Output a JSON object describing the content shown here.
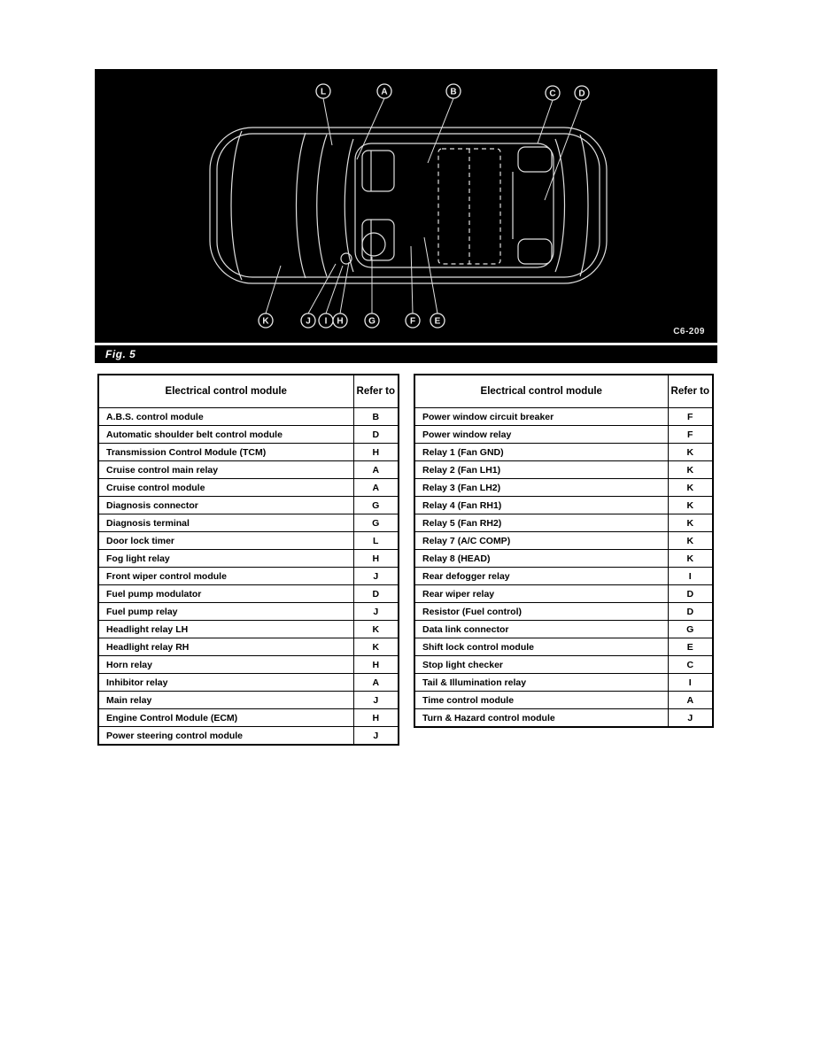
{
  "figure": {
    "fig_label": "Fig. 5",
    "figure_code": "C6-209",
    "callouts_top": [
      "L",
      "A",
      "B",
      "C",
      "D"
    ],
    "callouts_bottom": [
      "K",
      "J",
      "I",
      "H",
      "G",
      "F",
      "E"
    ]
  },
  "tables": {
    "left": {
      "col_module": "Electrical control module",
      "col_refer": "Refer to",
      "rows": [
        [
          "A.B.S. control module",
          "B"
        ],
        [
          "Automatic shoulder belt control module",
          "D"
        ],
        [
          "Transmission Control Module (TCM)",
          "H"
        ],
        [
          "Cruise control main relay",
          "A"
        ],
        [
          "Cruise control module",
          "A"
        ],
        [
          "Diagnosis connector",
          "G"
        ],
        [
          "Diagnosis terminal",
          "G"
        ],
        [
          "Door lock timer",
          "L"
        ],
        [
          "Fog light relay",
          "H"
        ],
        [
          "Front wiper control module",
          "J"
        ],
        [
          "Fuel pump modulator",
          "D"
        ],
        [
          "Fuel pump relay",
          "J"
        ],
        [
          "Headlight relay LH",
          "K"
        ],
        [
          "Headlight relay RH",
          "K"
        ],
        [
          "Horn relay",
          "H"
        ],
        [
          "Inhibitor relay",
          "A"
        ],
        [
          "Main relay",
          "J"
        ],
        [
          "Engine Control Module (ECM)",
          "H"
        ],
        [
          "Power steering control module",
          "J"
        ]
      ]
    },
    "right": {
      "col_module": "Electrical control module",
      "col_refer": "Refer to",
      "rows": [
        [
          "Power window circuit breaker",
          "F"
        ],
        [
          "Power window relay",
          "F"
        ],
        [
          "Relay 1 (Fan GND)",
          "K"
        ],
        [
          "Relay 2 (Fan LH1)",
          "K"
        ],
        [
          "Relay 3 (Fan LH2)",
          "K"
        ],
        [
          "Relay 4 (Fan RH1)",
          "K"
        ],
        [
          "Relay 5 (Fan RH2)",
          "K"
        ],
        [
          "Relay 7 (A/C COMP)",
          "K"
        ],
        [
          "Relay 8 (HEAD)",
          "K"
        ],
        [
          "Rear defogger relay",
          "I"
        ],
        [
          "Rear wiper relay",
          "D"
        ],
        [
          "Resistor (Fuel control)",
          "D"
        ],
        [
          "Data link connector",
          "G"
        ],
        [
          "Shift lock control module",
          "E"
        ],
        [
          "Stop light checker",
          "C"
        ],
        [
          "Tail & Illumination relay",
          "I"
        ],
        [
          "Time control module",
          "A"
        ],
        [
          "Turn & Hazard control module",
          "J"
        ]
      ]
    }
  }
}
